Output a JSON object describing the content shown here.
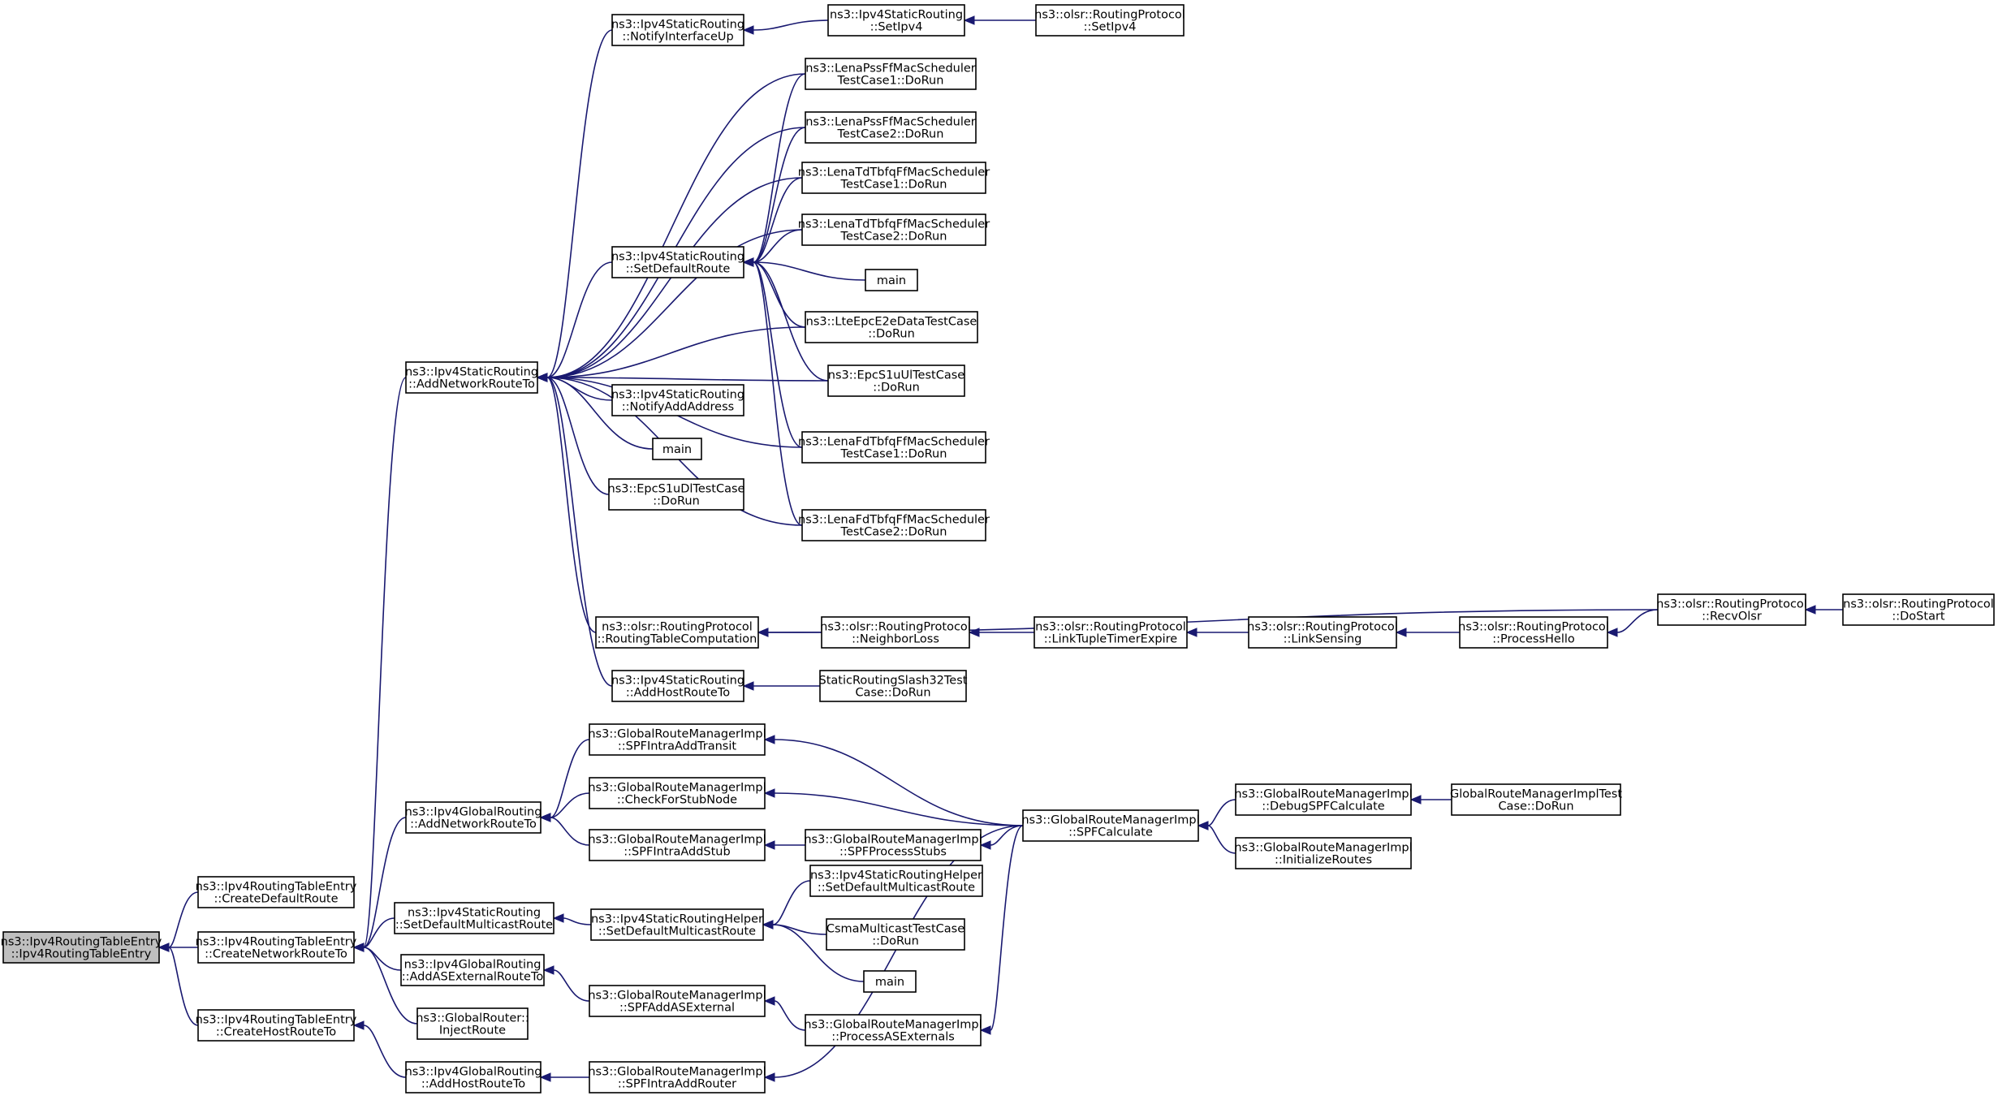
{
  "graph": {
    "colors": {
      "edge": "#191970",
      "node_border": "#000000",
      "node_fill": "#ffffff",
      "root_fill": "#bfbfbf"
    },
    "nodes": [
      {
        "id": "root",
        "lines": [
          "ns3::Ipv4RoutingTableEntry",
          "::Ipv4RoutingTableEntry"
        ],
        "root": true
      },
      {
        "id": "createDefaultRoute",
        "lines": [
          "ns3::Ipv4RoutingTableEntry",
          "::CreateDefaultRoute"
        ]
      },
      {
        "id": "createNetworkRouteTo",
        "lines": [
          "ns3::Ipv4RoutingTableEntry",
          "::CreateNetworkRouteTo"
        ]
      },
      {
        "id": "createHostRouteTo",
        "lines": [
          "ns3::Ipv4RoutingTableEntry",
          "::CreateHostRouteTo"
        ]
      },
      {
        "id": "staticAddNetworkRouteTo",
        "lines": [
          "ns3::Ipv4StaticRouting",
          "::AddNetworkRouteTo"
        ]
      },
      {
        "id": "globalAddNetworkRouteTo",
        "lines": [
          "ns3::Ipv4GlobalRouting",
          "::AddNetworkRouteTo"
        ]
      },
      {
        "id": "staticSetDefaultMulticastRoute",
        "lines": [
          "ns3::Ipv4StaticRouting",
          "::SetDefaultMulticastRoute"
        ]
      },
      {
        "id": "globalAddASExternalRouteTo",
        "lines": [
          "ns3::Ipv4GlobalRouting",
          "::AddASExternalRouteTo"
        ]
      },
      {
        "id": "globalRouterInjectRoute",
        "lines": [
          "ns3::GlobalRouter::",
          "InjectRoute"
        ]
      },
      {
        "id": "globalAddHostRouteTo",
        "lines": [
          "ns3::Ipv4GlobalRouting",
          "::AddHostRouteTo"
        ]
      },
      {
        "id": "staticNotifyInterfaceUp",
        "lines": [
          "ns3::Ipv4StaticRouting",
          "::NotifyInterfaceUp"
        ]
      },
      {
        "id": "staticSetDefaultRoute",
        "lines": [
          "ns3::Ipv4StaticRouting",
          "::SetDefaultRoute"
        ]
      },
      {
        "id": "staticNotifyAddAddress",
        "lines": [
          "ns3::Ipv4StaticRouting",
          "::NotifyAddAddress"
        ]
      },
      {
        "id": "mainA",
        "lines": [
          "main"
        ]
      },
      {
        "id": "epcS1uDlTestCase",
        "lines": [
          "ns3::EpcS1uDlTestCase",
          "::DoRun"
        ]
      },
      {
        "id": "olsrRoutingTableComputation",
        "lines": [
          "ns3::olsr::RoutingProtocol",
          "::RoutingTableComputation"
        ]
      },
      {
        "id": "staticAddHostRouteTo",
        "lines": [
          "ns3::Ipv4StaticRouting",
          "::AddHostRouteTo"
        ]
      },
      {
        "id": "spfIntraAddTransit",
        "lines": [
          "ns3::GlobalRouteManagerImpl",
          "::SPFIntraAddTransit"
        ]
      },
      {
        "id": "checkForStubNode",
        "lines": [
          "ns3::GlobalRouteManagerImpl",
          "::CheckForStubNode"
        ]
      },
      {
        "id": "spfIntraAddStub",
        "lines": [
          "ns3::GlobalRouteManagerImpl",
          "::SPFIntraAddStub"
        ]
      },
      {
        "id": "helperSetDefaultMulticastRouteA",
        "lines": [
          "ns3::Ipv4StaticRoutingHelper",
          "::SetDefaultMulticastRoute"
        ]
      },
      {
        "id": "spfAddASExternal",
        "lines": [
          "ns3::GlobalRouteManagerImpl",
          "::SPFAddASExternal"
        ]
      },
      {
        "id": "spfIntraAddRouter",
        "lines": [
          "ns3::GlobalRouteManagerImpl",
          "::SPFIntraAddRouter"
        ]
      },
      {
        "id": "staticSetIpv4",
        "lines": [
          "ns3::Ipv4StaticRouting",
          "::SetIpv4"
        ]
      },
      {
        "id": "lenaPssTC1",
        "lines": [
          "ns3::LenaPssFfMacScheduler",
          "TestCase1::DoRun"
        ]
      },
      {
        "id": "lenaPssTC2",
        "lines": [
          "ns3::LenaPssFfMacScheduler",
          "TestCase2::DoRun"
        ]
      },
      {
        "id": "lenaTdTC1",
        "lines": [
          "ns3::LenaTdTbfqFfMacScheduler",
          "TestCase1::DoRun"
        ]
      },
      {
        "id": "lenaTdTC2",
        "lines": [
          "ns3::LenaTdTbfqFfMacScheduler",
          "TestCase2::DoRun"
        ]
      },
      {
        "id": "mainB",
        "lines": [
          "main"
        ]
      },
      {
        "id": "lteEpcE2e",
        "lines": [
          "ns3::LteEpcE2eDataTestCase",
          "::DoRun"
        ]
      },
      {
        "id": "epcS1uUl",
        "lines": [
          "ns3::EpcS1uUlTestCase",
          "::DoRun"
        ]
      },
      {
        "id": "lenaFdTC1",
        "lines": [
          "ns3::LenaFdTbfqFfMacScheduler",
          "TestCase1::DoRun"
        ]
      },
      {
        "id": "lenaFdTC2",
        "lines": [
          "ns3::LenaFdTbfqFfMacScheduler",
          "TestCase2::DoRun"
        ]
      },
      {
        "id": "olsrNeighborLoss",
        "lines": [
          "ns3::olsr::RoutingProtocol",
          "::NeighborLoss"
        ]
      },
      {
        "id": "staticRoutingSlash32",
        "lines": [
          "StaticRoutingSlash32Test",
          "Case::DoRun"
        ]
      },
      {
        "id": "spfProcessStubs",
        "lines": [
          "ns3::GlobalRouteManagerImpl",
          "::SPFProcessStubs"
        ]
      },
      {
        "id": "helperSetDefaultMulticastRouteB",
        "lines": [
          "ns3::Ipv4StaticRoutingHelper",
          "::SetDefaultMulticastRoute"
        ]
      },
      {
        "id": "csmaMulticast",
        "lines": [
          "CsmaMulticastTestCase",
          "::DoRun"
        ]
      },
      {
        "id": "mainC",
        "lines": [
          "main"
        ]
      },
      {
        "id": "processASExternals",
        "lines": [
          "ns3::GlobalRouteManagerImpl",
          "::ProcessASExternals"
        ]
      },
      {
        "id": "olsrSetIpv4",
        "lines": [
          "ns3::olsr::RoutingProtocol",
          "::SetIpv4"
        ]
      },
      {
        "id": "olsrLinkTupleTimerExpire",
        "lines": [
          "ns3::olsr::RoutingProtocol",
          "::LinkTupleTimerExpire"
        ]
      },
      {
        "id": "spfCalculate",
        "lines": [
          "ns3::GlobalRouteManagerImpl",
          "::SPFCalculate"
        ]
      },
      {
        "id": "olsrLinkSensing",
        "lines": [
          "ns3::olsr::RoutingProtocol",
          "::LinkSensing"
        ]
      },
      {
        "id": "debugSPFCalculate",
        "lines": [
          "ns3::GlobalRouteManagerImpl",
          "::DebugSPFCalculate"
        ]
      },
      {
        "id": "initializeRoutes",
        "lines": [
          "ns3::GlobalRouteManagerImpl",
          "::InitializeRoutes"
        ]
      },
      {
        "id": "olsrProcessHello",
        "lines": [
          "ns3::olsr::RoutingProtocol",
          "::ProcessHello"
        ]
      },
      {
        "id": "globalRouteManagerImplTest",
        "lines": [
          "GlobalRouteManagerImplTest",
          "Case::DoRun"
        ]
      },
      {
        "id": "olsrRecvOlsr",
        "lines": [
          "ns3::olsr::RoutingProtocol",
          "::RecvOlsr"
        ]
      },
      {
        "id": "olsrDoStart",
        "lines": [
          "ns3::olsr::RoutingProtocol",
          "::DoStart"
        ]
      }
    ],
    "edges": [
      [
        "createDefaultRoute",
        "root"
      ],
      [
        "createNetworkRouteTo",
        "root"
      ],
      [
        "createHostRouteTo",
        "root"
      ],
      [
        "staticAddNetworkRouteTo",
        "createNetworkRouteTo"
      ],
      [
        "globalAddNetworkRouteTo",
        "createNetworkRouteTo"
      ],
      [
        "staticSetDefaultMulticastRoute",
        "createNetworkRouteTo"
      ],
      [
        "globalAddASExternalRouteTo",
        "createNetworkRouteTo"
      ],
      [
        "globalRouterInjectRoute",
        "createNetworkRouteTo"
      ],
      [
        "globalAddHostRouteTo",
        "createHostRouteTo"
      ],
      [
        "staticNotifyInterfaceUp",
        "staticAddNetworkRouteTo"
      ],
      [
        "lenaPssTC1",
        "staticAddNetworkRouteTo"
      ],
      [
        "lenaPssTC2",
        "staticAddNetworkRouteTo"
      ],
      [
        "lenaTdTC1",
        "staticAddNetworkRouteTo"
      ],
      [
        "lenaTdTC2",
        "staticAddNetworkRouteTo"
      ],
      [
        "staticSetDefaultRoute",
        "staticAddNetworkRouteTo"
      ],
      [
        "lteEpcE2e",
        "staticAddNetworkRouteTo"
      ],
      [
        "epcS1uUl",
        "staticAddNetworkRouteTo"
      ],
      [
        "staticNotifyAddAddress",
        "staticAddNetworkRouteTo"
      ],
      [
        "mainA",
        "staticAddNetworkRouteTo"
      ],
      [
        "epcS1uDlTestCase",
        "staticAddNetworkRouteTo"
      ],
      [
        "lenaFdTC1",
        "staticAddNetworkRouteTo"
      ],
      [
        "lenaFdTC2",
        "staticAddNetworkRouteTo"
      ],
      [
        "olsrRoutingTableComputation",
        "staticAddNetworkRouteTo"
      ],
      [
        "staticAddHostRouteTo",
        "staticAddNetworkRouteTo"
      ],
      [
        "staticSetIpv4",
        "staticNotifyInterfaceUp"
      ],
      [
        "olsrSetIpv4",
        "staticSetIpv4"
      ],
      [
        "lenaPssTC1",
        "staticSetDefaultRoute"
      ],
      [
        "lenaPssTC2",
        "staticSetDefaultRoute"
      ],
      [
        "lenaTdTC1",
        "staticSetDefaultRoute"
      ],
      [
        "lenaTdTC2",
        "staticSetDefaultRoute"
      ],
      [
        "mainB",
        "staticSetDefaultRoute"
      ],
      [
        "lteEpcE2e",
        "staticSetDefaultRoute"
      ],
      [
        "epcS1uUl",
        "staticSetDefaultRoute"
      ],
      [
        "lenaFdTC1",
        "staticSetDefaultRoute"
      ],
      [
        "lenaFdTC2",
        "staticSetDefaultRoute"
      ],
      [
        "olsrNeighborLoss",
        "olsrRoutingTableComputation"
      ],
      [
        "olsrRecvOlsr",
        "olsrRoutingTableComputation"
      ],
      [
        "olsrLinkTupleTimerExpire",
        "olsrNeighborLoss"
      ],
      [
        "olsrLinkSensing",
        "olsrLinkTupleTimerExpire"
      ],
      [
        "olsrProcessHello",
        "olsrLinkSensing"
      ],
      [
        "olsrRecvOlsr",
        "olsrProcessHello"
      ],
      [
        "olsrDoStart",
        "olsrRecvOlsr"
      ],
      [
        "staticRoutingSlash32",
        "staticAddHostRouteTo"
      ],
      [
        "spfIntraAddTransit",
        "globalAddNetworkRouteTo"
      ],
      [
        "checkForStubNode",
        "globalAddNetworkRouteTo"
      ],
      [
        "spfIntraAddStub",
        "globalAddNetworkRouteTo"
      ],
      [
        "spfCalculate",
        "spfIntraAddTransit"
      ],
      [
        "spfCalculate",
        "checkForStubNode"
      ],
      [
        "spfProcessStubs",
        "spfIntraAddStub"
      ],
      [
        "spfCalculate",
        "spfProcessStubs"
      ],
      [
        "debugSPFCalculate",
        "spfCalculate"
      ],
      [
        "initializeRoutes",
        "spfCalculate"
      ],
      [
        "globalRouteManagerImplTest",
        "debugSPFCalculate"
      ],
      [
        "helperSetDefaultMulticastRouteA",
        "staticSetDefaultMulticastRoute"
      ],
      [
        "helperSetDefaultMulticastRouteB",
        "helperSetDefaultMulticastRouteA"
      ],
      [
        "csmaMulticast",
        "helperSetDefaultMulticastRouteA"
      ],
      [
        "mainC",
        "helperSetDefaultMulticastRouteA"
      ],
      [
        "spfAddASExternal",
        "globalAddASExternalRouteTo"
      ],
      [
        "processASExternals",
        "spfAddASExternal"
      ],
      [
        "spfCalculate",
        "processASExternals"
      ],
      [
        "spfIntraAddRouter",
        "globalAddHostRouteTo"
      ],
      [
        "spfCalculate",
        "spfIntraAddRouter"
      ]
    ]
  }
}
